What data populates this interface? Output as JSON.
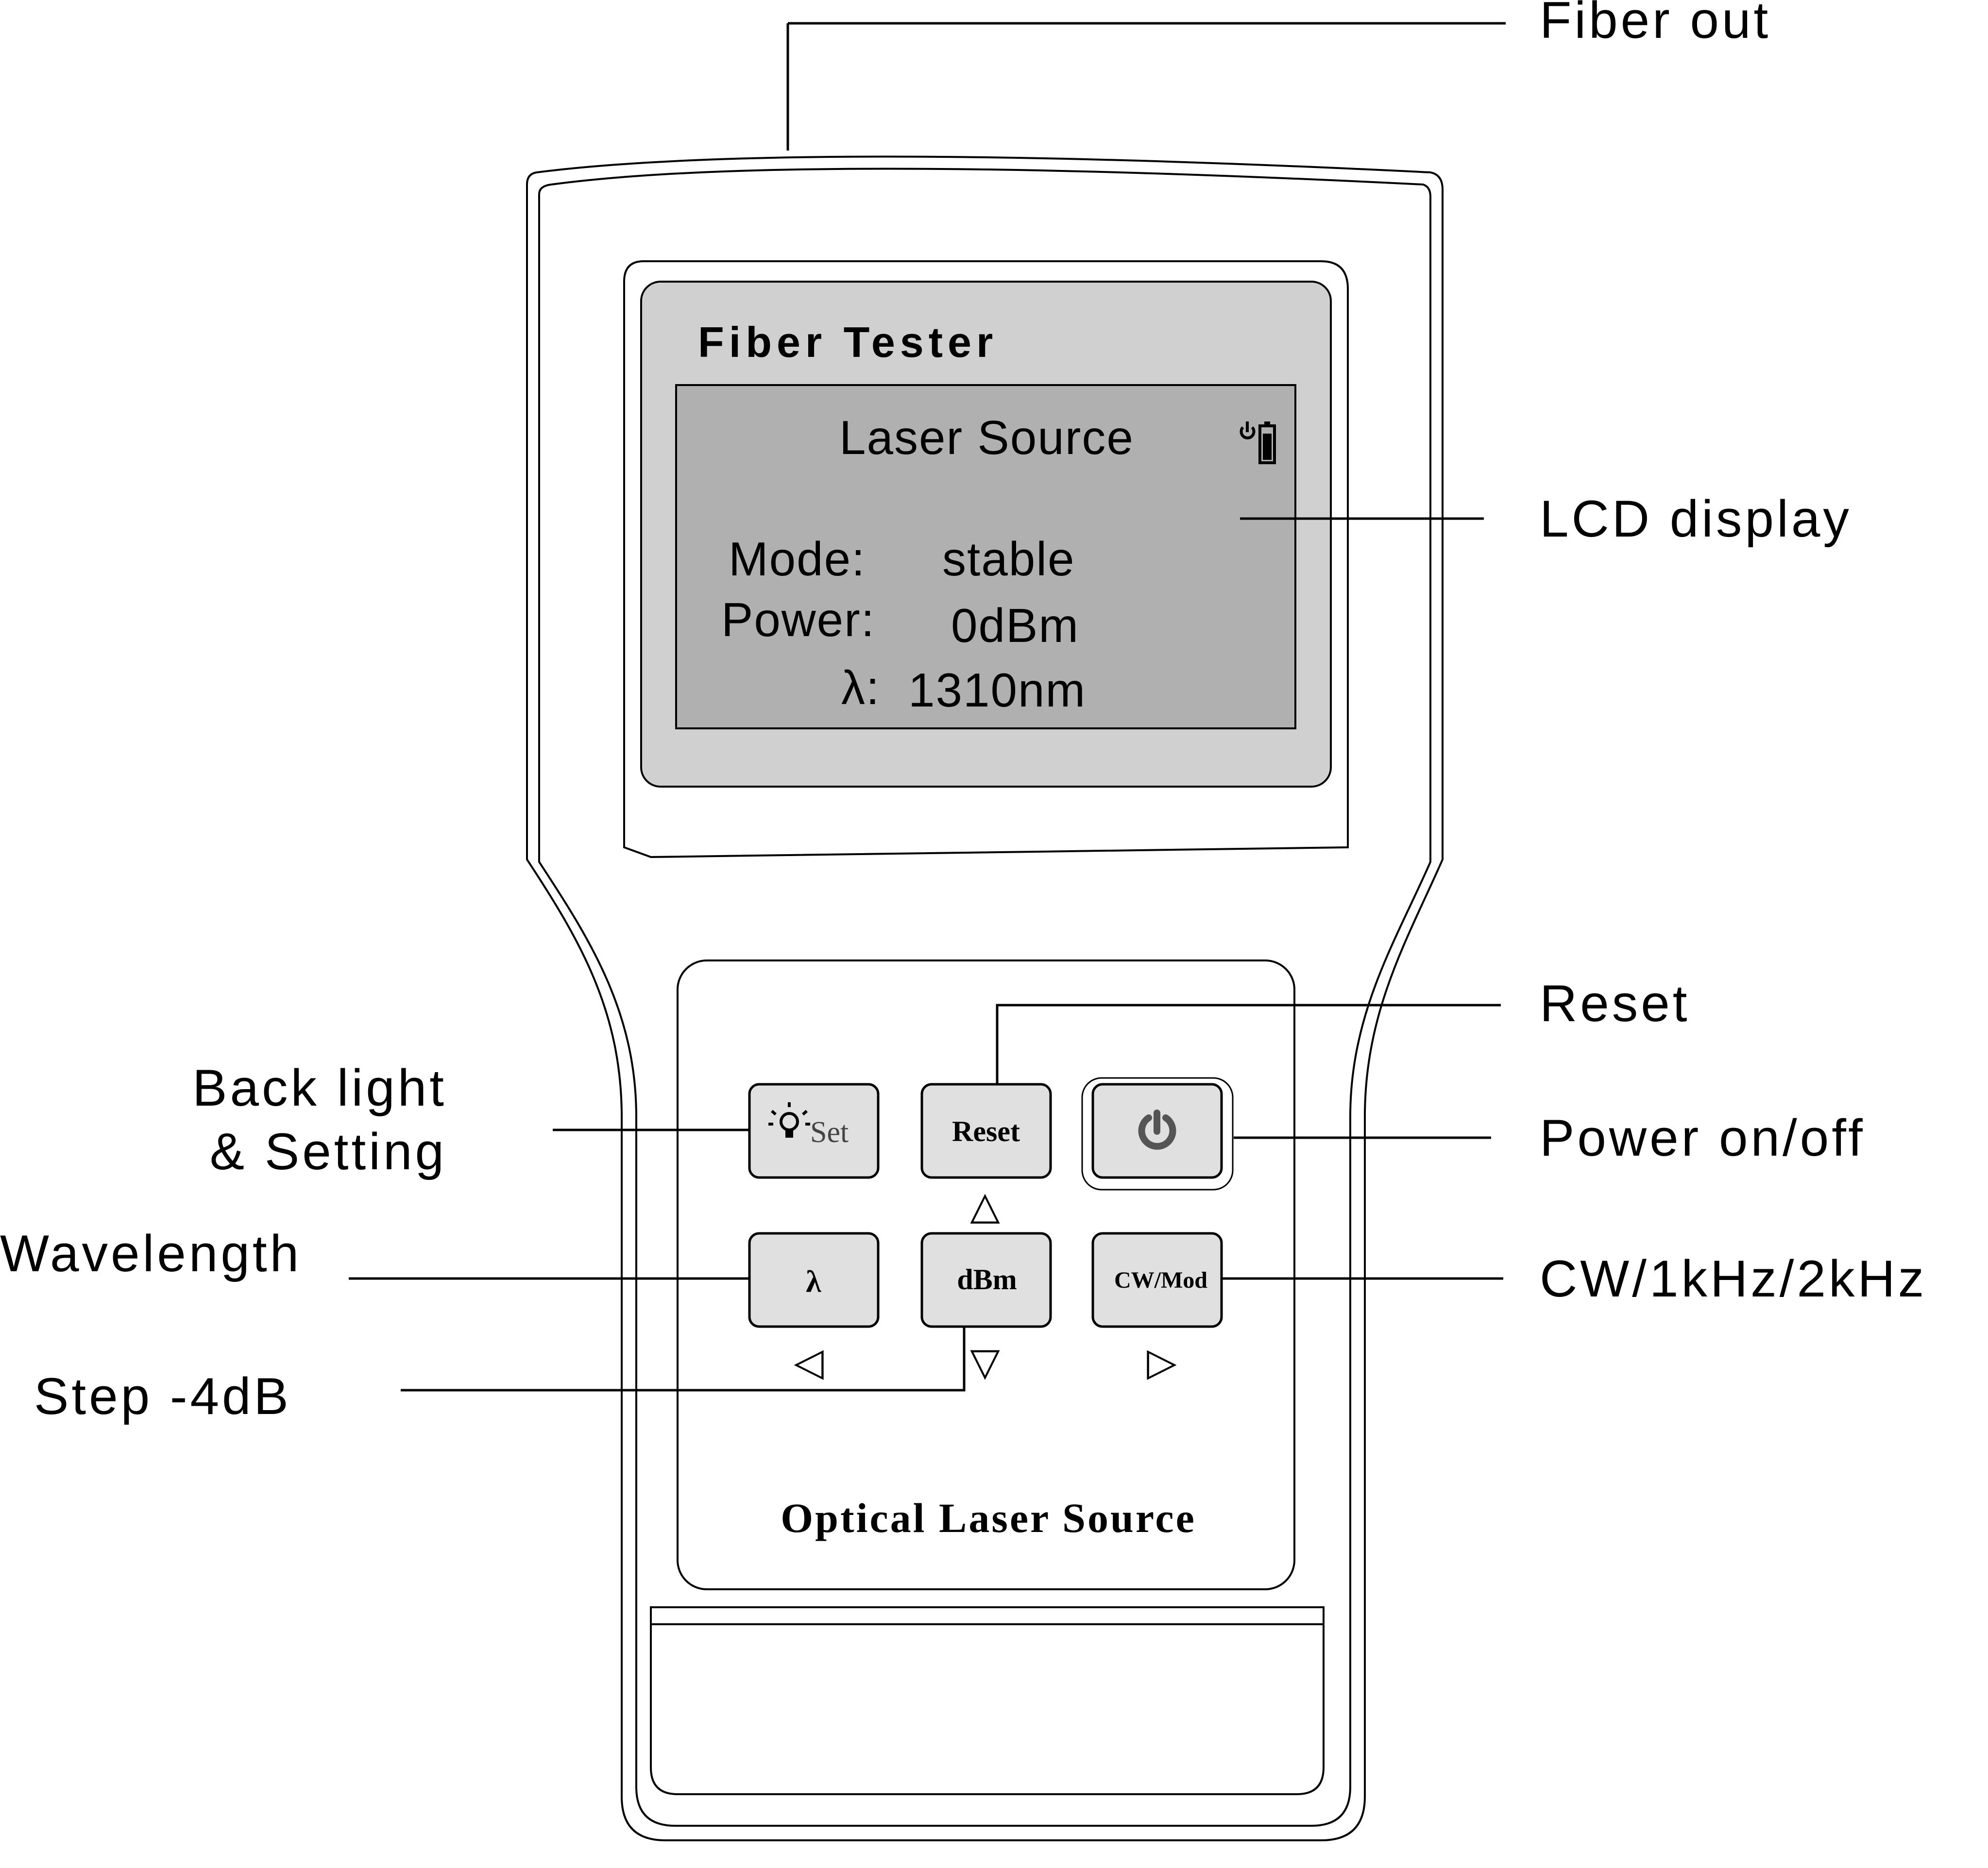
{
  "device": {
    "screen_header": "Fiber Tester",
    "lcd": {
      "title": "Laser Source",
      "rows": [
        {
          "label": "Mode:",
          "value": "stable"
        },
        {
          "label": "Power:",
          "value": "0dBm"
        },
        {
          "label": "λ:",
          "value": "1310nm"
        }
      ]
    },
    "buttons": {
      "set": "Set",
      "reset": "Reset",
      "lambda": "λ",
      "dbm": "dBm",
      "cwmod": "CW/Mod"
    },
    "arrows": {
      "up": "△",
      "left": "◁",
      "down": "▽",
      "right": "▷"
    },
    "panel_label": "Optical Laser Source"
  },
  "callouts": {
    "fiber_out": "Fiber out",
    "lcd_display": "LCD display",
    "reset": "Reset",
    "back_light_1": "Back light",
    "back_light_2": "& Setting",
    "power": "Power on/off",
    "wavelength": "Wavelength",
    "cw": "CW/1kHz/2kHz",
    "step": "Step -4dB"
  },
  "colors": {
    "screen_bezel": "#d0d0d0",
    "lcd": "#b0b0b0",
    "button": "#e0e0e0",
    "power_icon": "#555555"
  }
}
